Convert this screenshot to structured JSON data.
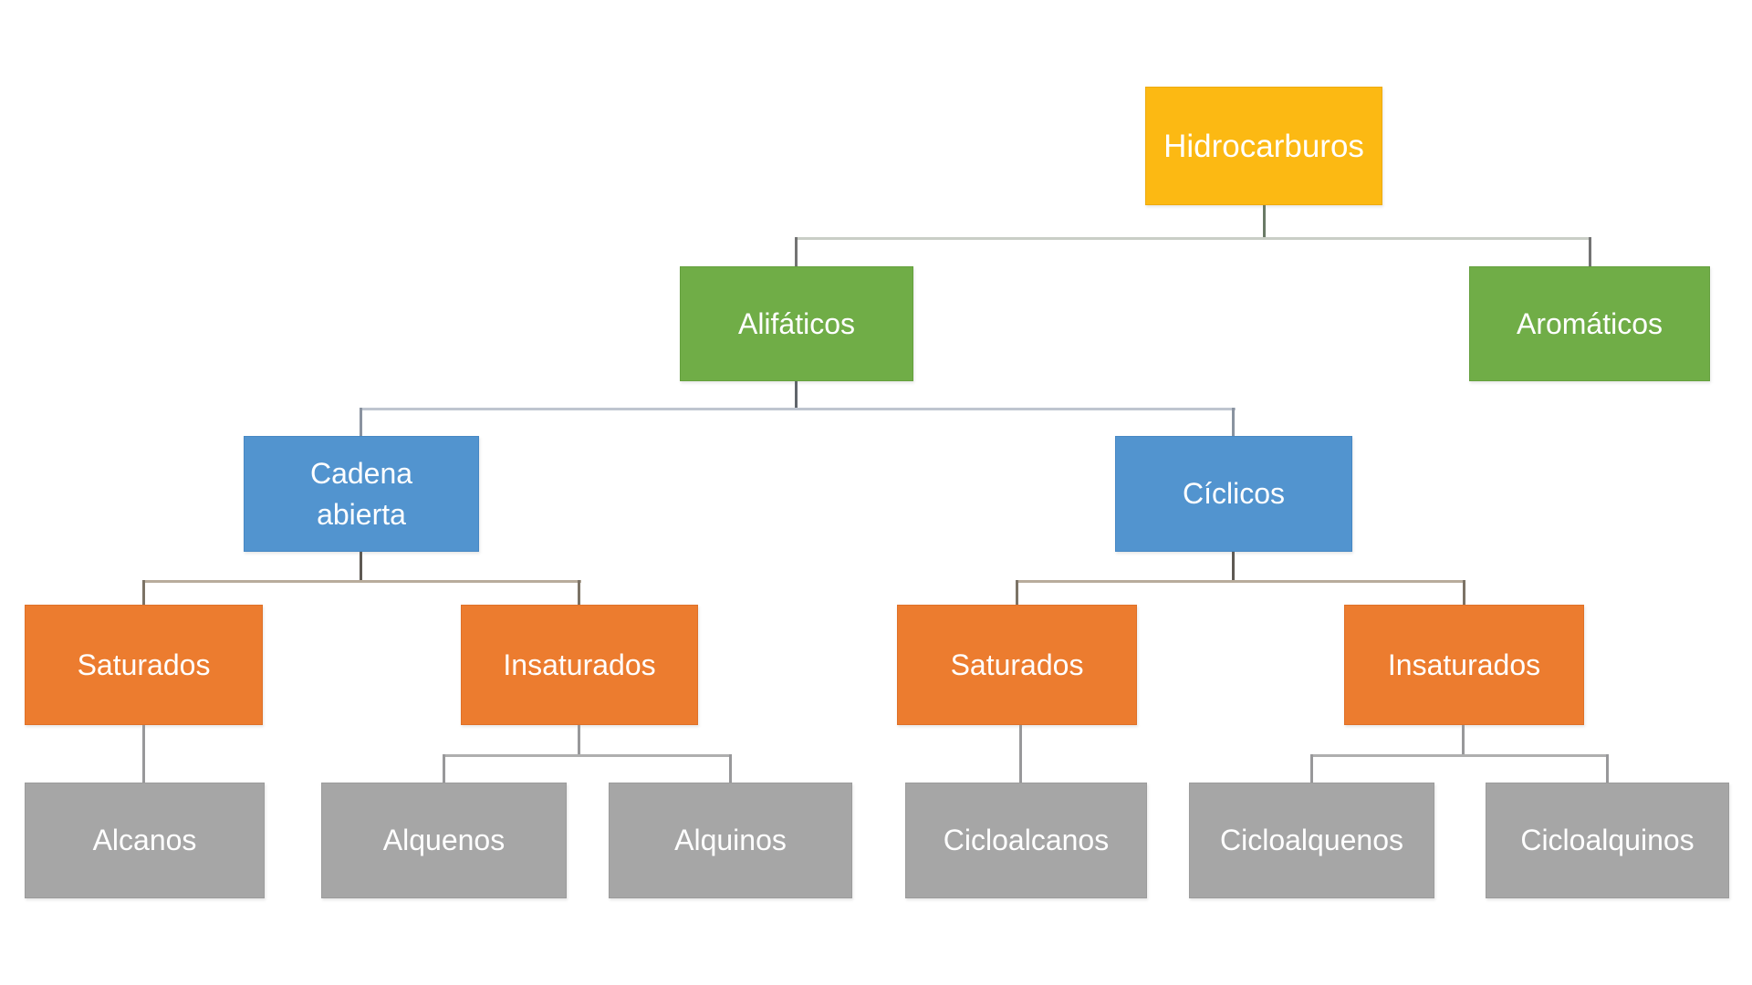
{
  "diagram": {
    "type": "hierarchy-tree",
    "language": "es",
    "palette": {
      "background": "#ffffff",
      "level1_gold": "#fcb913",
      "level2_green": "#70ad47",
      "level3_blue": "#5294cf",
      "level4_orange": "#ec7c2f",
      "level5_gray": "#a6a6a6",
      "text": "#ffffff",
      "connector_to_green_rail": "#c9cec6",
      "connector_to_blue_rail": "#bec5cf",
      "connector_to_orange_rail": "#b8ac9c",
      "connector_to_gray_rail": "#aeaeae"
    }
  },
  "tree": {
    "label": "Hidrocarburos",
    "color": "gold",
    "children": [
      {
        "label": "Alifáticos",
        "color": "green",
        "children": [
          {
            "label": "Cadena abierta",
            "color": "blue",
            "children": [
              {
                "label": "Saturados",
                "color": "orange",
                "children": [
                  {
                    "label": "Alcanos",
                    "color": "gray"
                  }
                ]
              },
              {
                "label": "Insaturados",
                "color": "orange",
                "children": [
                  {
                    "label": "Alquenos",
                    "color": "gray"
                  },
                  {
                    "label": "Alquinos",
                    "color": "gray"
                  }
                ]
              }
            ]
          },
          {
            "label": "Cíclicos",
            "color": "blue",
            "children": [
              {
                "label": "Saturados",
                "color": "orange",
                "children": [
                  {
                    "label": "Cicloalcanos",
                    "color": "gray"
                  }
                ]
              },
              {
                "label": "Insaturados",
                "color": "orange",
                "children": [
                  {
                    "label": "Cicloalquenos",
                    "color": "gray"
                  },
                  {
                    "label": "Cicloalquinos",
                    "color": "gray"
                  }
                ]
              }
            ]
          }
        ]
      },
      {
        "label": "Aromáticos",
        "color": "green"
      }
    ]
  }
}
